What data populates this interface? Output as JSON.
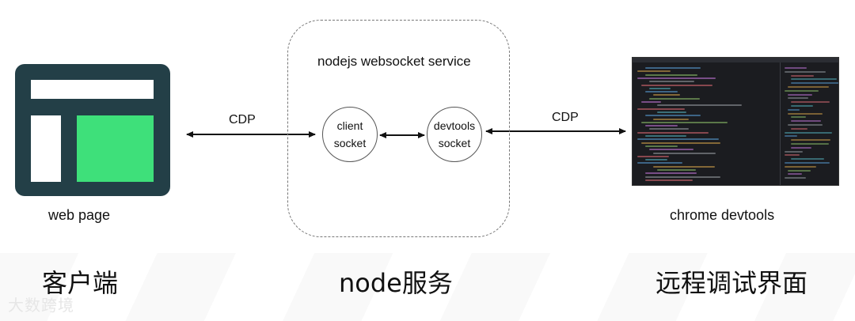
{
  "diagram": {
    "left": {
      "caption": "web page",
      "section_title": "客户端"
    },
    "center": {
      "box_title": "nodejs websocket service",
      "client_socket": {
        "line1": "client",
        "line2": "socket"
      },
      "devtools_socket": {
        "line1": "devtools",
        "line2": "socket"
      },
      "section_title": "node服务"
    },
    "right": {
      "caption": "chrome devtools",
      "section_title": "远程调试界面"
    },
    "edges": {
      "left_label": "CDP",
      "right_label": "CDP"
    }
  },
  "watermark": "大数跨境",
  "colors": {
    "icon_dark": "#233f47",
    "icon_green": "#3ee07a"
  }
}
